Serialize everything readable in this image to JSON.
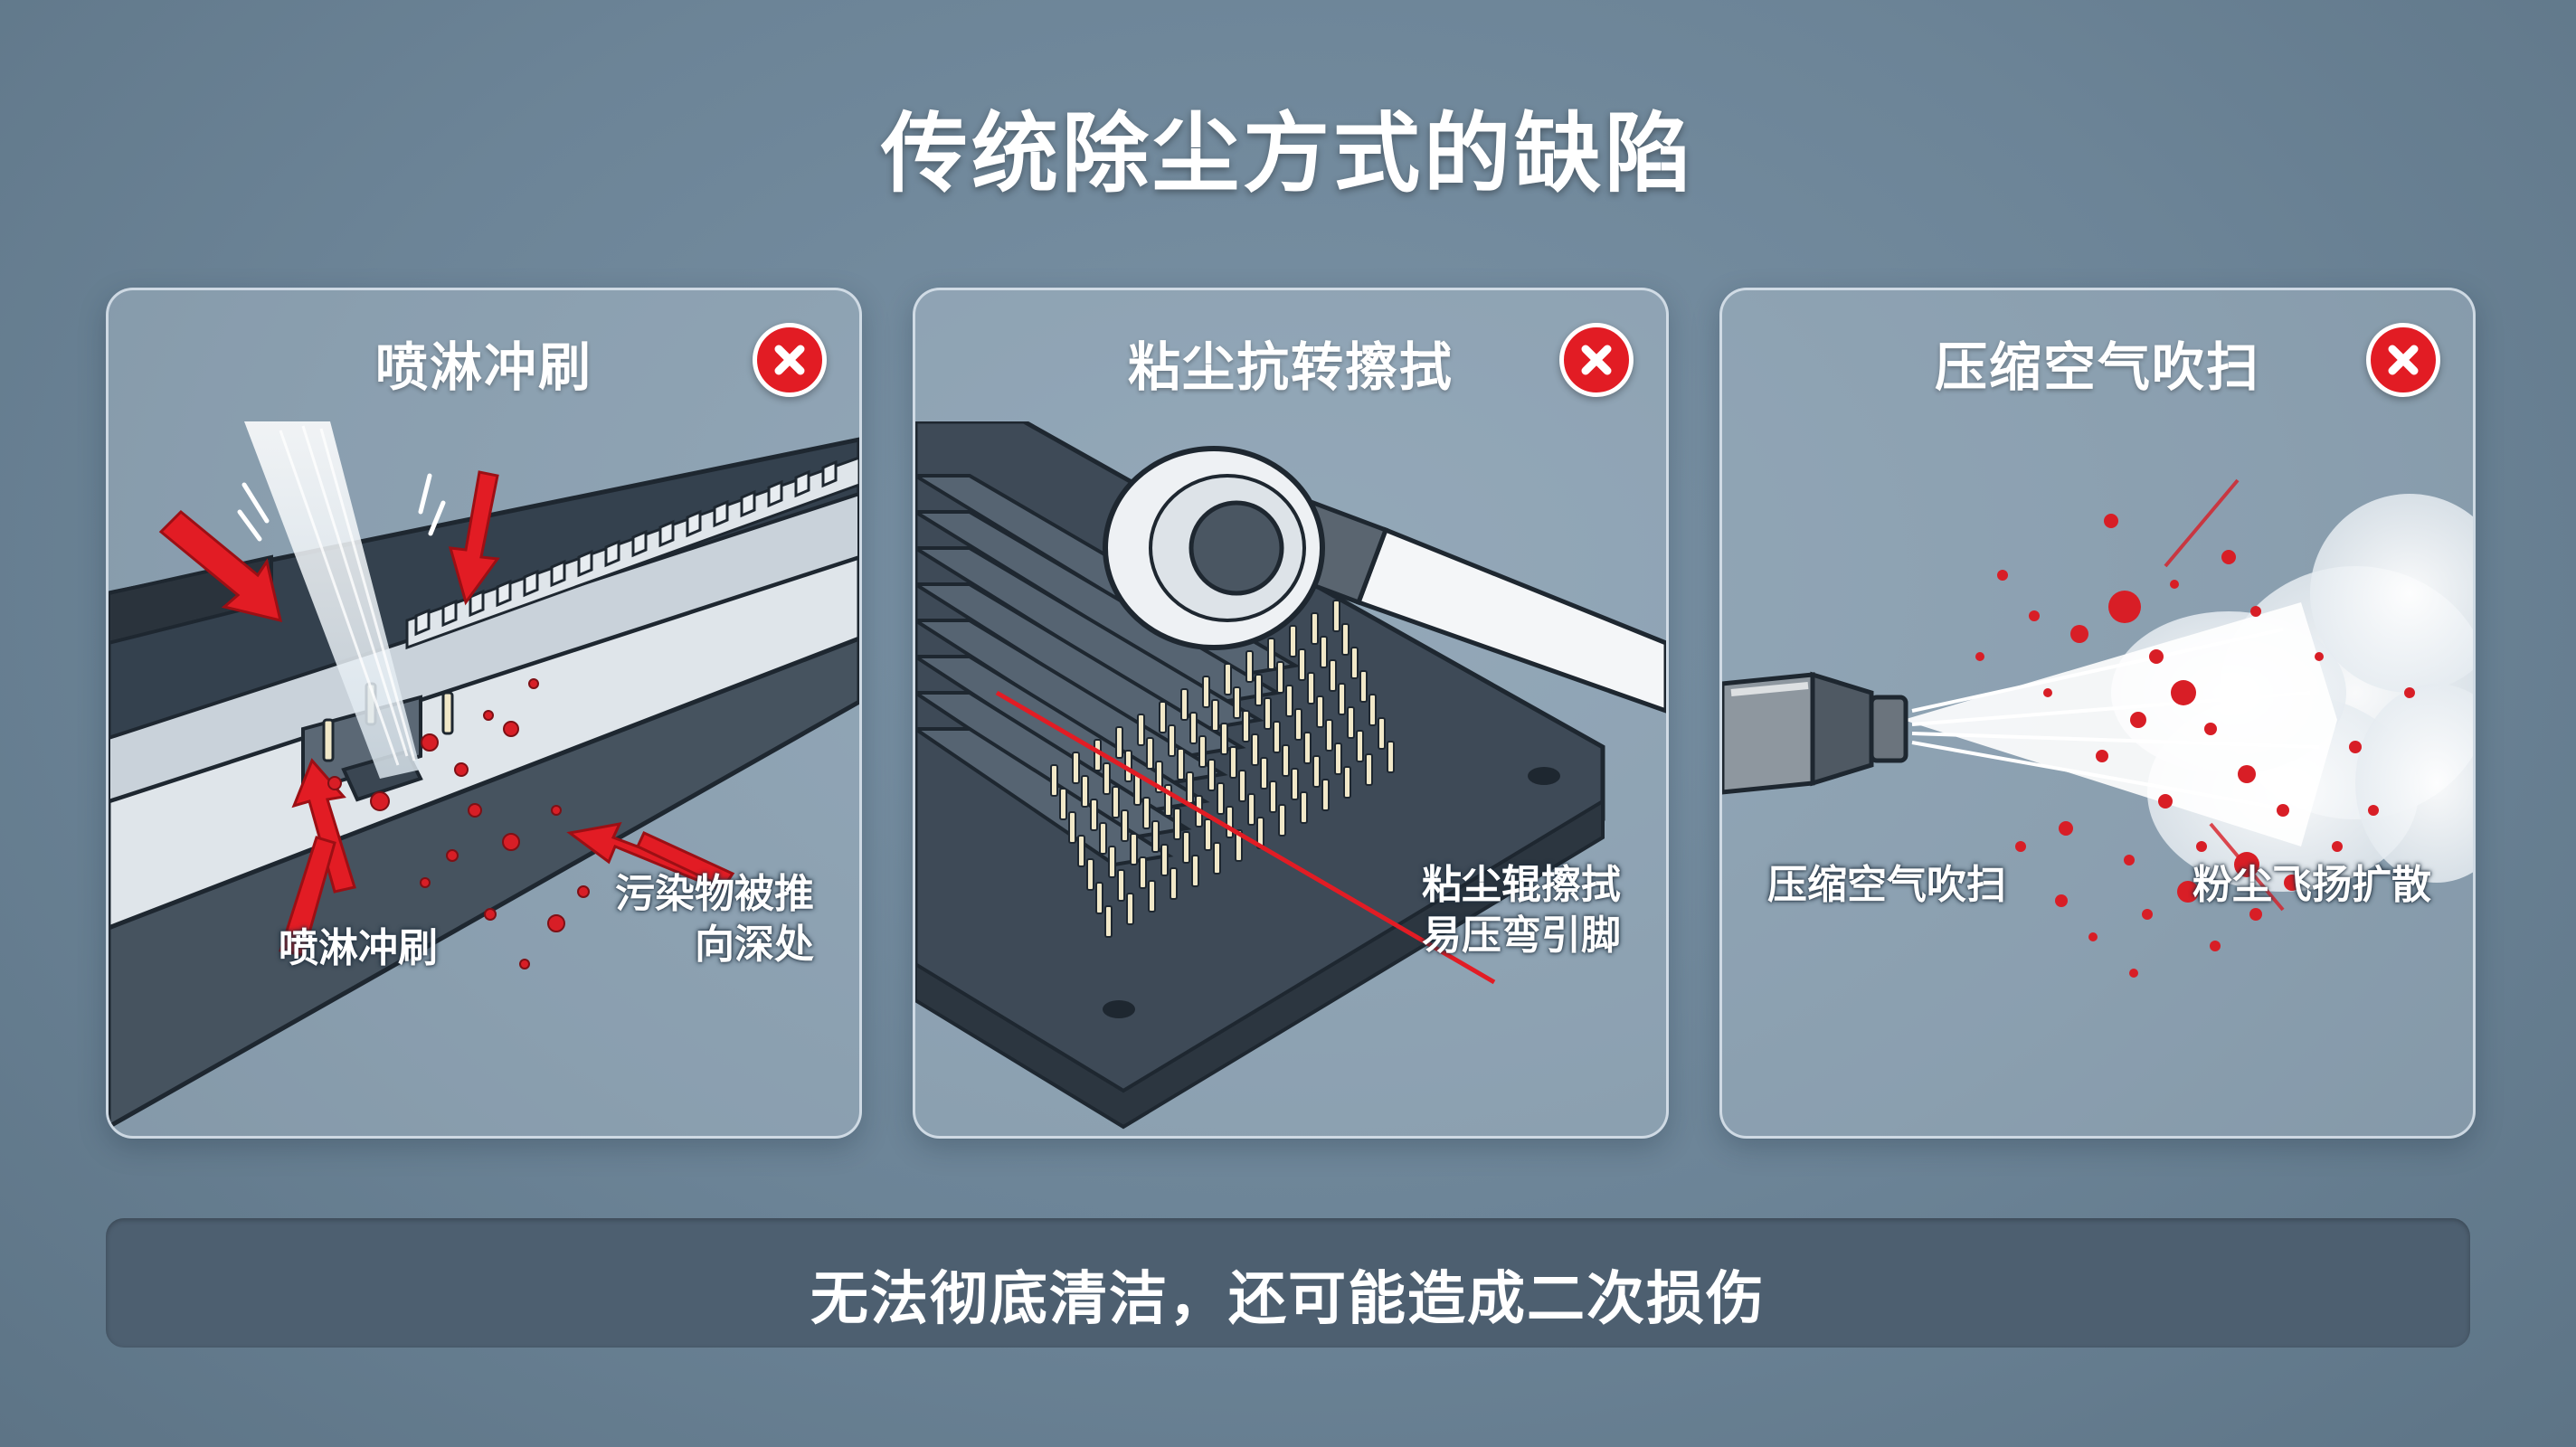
{
  "title": "传统除尘方式的缺陷",
  "panels": [
    {
      "title": "喷淋冲刷",
      "status_icon": "x-mark-icon",
      "captions": {
        "left": "喷淋冲刷",
        "right_line1": "污染物被推",
        "right_line2": "向深处"
      }
    },
    {
      "title": "粘尘抗转擦拭",
      "status_icon": "x-mark-icon",
      "captions": {
        "right_line1": "粘尘辊擦拭",
        "right_line2": "易压弯引脚"
      }
    },
    {
      "title": "压缩空气吹扫",
      "status_icon": "x-mark-icon",
      "captions": {
        "left": "压缩空气吹扫",
        "right": "粉尘飞扬扩散"
      }
    }
  ],
  "conclusion": "无法彻底清洁，还可能造成二次损伤",
  "colors": {
    "background": "#6c8497",
    "alert_red": "#e21c24",
    "dark_board": "#3e4a57",
    "bar": "#4d5f70"
  }
}
